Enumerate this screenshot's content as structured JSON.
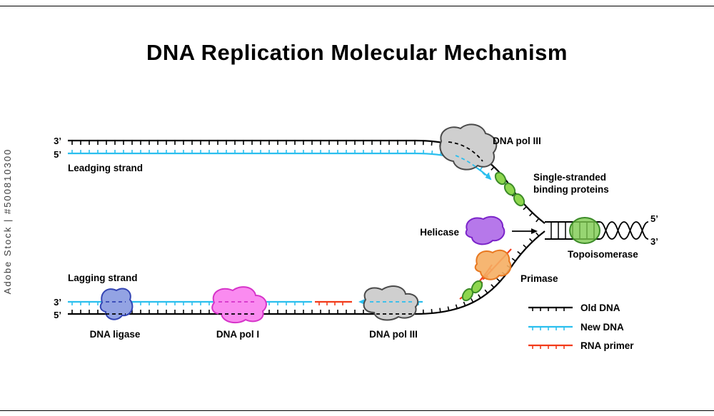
{
  "title": "DNA Replication Molecular Mechanism",
  "watermark": "Adobe Stock | #500810300",
  "labels": {
    "leading_strand": "Leadging strand",
    "lagging_strand": "Lagging strand",
    "dna_pol_iii_top": "DNA pol III",
    "ssb_line1": "Single-stranded",
    "ssb_line2": "binding proteins",
    "helicase": "Helicase",
    "topoisomerase": "Topoisomerase",
    "primase": "Primase",
    "dna_ligase": "DNA ligase",
    "dna_pol_i": "DNA pol I",
    "dna_pol_iii_bottom": "DNA pol III"
  },
  "ends": {
    "top_left_3": "3’",
    "top_left_5": "5’",
    "bottom_left_3": "3’",
    "bottom_left_5": "5’",
    "right_5": "5’",
    "right_3": "3’"
  },
  "legend": {
    "items": [
      {
        "label": "Old DNA",
        "color": "#000000"
      },
      {
        "label": "New DNA",
        "color": "#2BBFEE"
      },
      {
        "label": "RNA primer",
        "color": "#F23B1A"
      }
    ]
  },
  "colors": {
    "old_dna": "#000000",
    "new_dna": "#2BBFEE",
    "rna_primer": "#F23B1A",
    "arrow_black": "#000000",
    "helicase_fill": "#B678EA",
    "helicase_stroke": "#7B24C9",
    "topoisomerase_fill": "#7DCB4F",
    "topoisomerase_stroke": "#3C8B28",
    "ssb_fill": "#8ED64E",
    "ssb_stroke": "#3C8B28",
    "primase_fill": "#F5AE63",
    "primase_stroke": "#E87820",
    "ligase_fill": "#93A3E3",
    "ligase_stroke": "#3344B4",
    "pol1_fill": "#FA8BF0",
    "pol1_stroke": "#D633C9",
    "pol3_fill": "#CFCFCF",
    "pol3_stroke": "#4A4A4A"
  }
}
